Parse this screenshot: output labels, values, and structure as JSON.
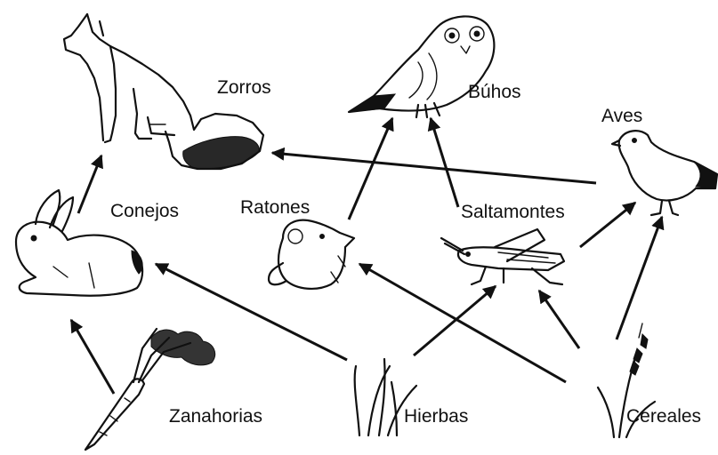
{
  "organisms": {
    "zorros": "Zorros",
    "buhos": "Búhos",
    "aves": "Aves",
    "conejos": "Conejos",
    "ratones": "Ratones",
    "saltamontes": "Saltamontes",
    "zanahorias": "Zanahorias",
    "hierbas": "Hierbas",
    "cereales": "Cereales"
  },
  "edges": [
    {
      "from": "zanahorias",
      "to": "conejos"
    },
    {
      "from": "hierbas",
      "to": "conejos"
    },
    {
      "from": "hierbas",
      "to": "saltamontes"
    },
    {
      "from": "cereales",
      "to": "ratones"
    },
    {
      "from": "cereales",
      "to": "saltamontes"
    },
    {
      "from": "cereales",
      "to": "aves"
    },
    {
      "from": "conejos",
      "to": "zorros"
    },
    {
      "from": "aves",
      "to": "zorros"
    },
    {
      "from": "ratones",
      "to": "buhos"
    },
    {
      "from": "saltamontes",
      "to": "buhos"
    },
    {
      "from": "saltamontes",
      "to": "aves"
    }
  ]
}
